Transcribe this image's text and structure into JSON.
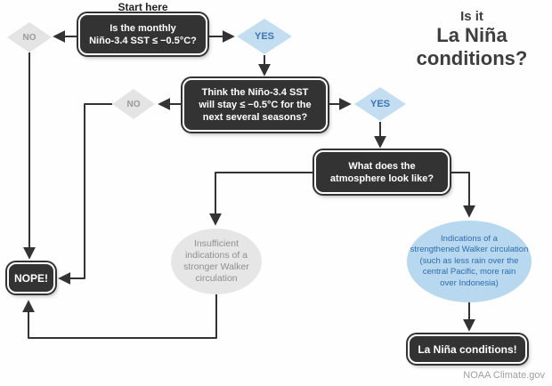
{
  "title": {
    "line1": "Is it",
    "line2": "La Niña",
    "line3": "conditions?"
  },
  "start_label": "Start here",
  "nodes": {
    "q1": "Is the monthly\nNiño-3.4 SST ≤ −0.5°C?",
    "no1": "NO",
    "yes1": "YES",
    "q2": "Think the Niño-3.4 SST\nwill stay ≤ −0.5°C for the\nnext several seasons?",
    "no2": "NO",
    "yes2": "YES",
    "q3": "What does the\natmosphere look like?",
    "outcome_insufficient": "Insufficient\nindications of a\nstronger Walker\ncirculation",
    "outcome_strengthened": "Indications of a\nstrengthened Walker circulation\n(such as less rain over the\ncentral Pacific, more rain\nover Indonesia)",
    "nope": "NOPE!",
    "la_nina": "La Niña conditions!"
  },
  "credit": "NOAA Climate.gov",
  "colors": {
    "box_fill": "#333333",
    "box_text": "#ffffff",
    "yes_fill": "#c3ddf1",
    "yes_text": "#3f73b3",
    "no_fill": "#e4e4e4",
    "no_text": "#9a9a9a",
    "blue_ellipse_fill": "#b7d8ee",
    "blue_ellipse_text": "#2f6cb0",
    "gray_ellipse_fill": "#e6e6e6",
    "gray_ellipse_text": "#8f8f8f",
    "connector": "#333333",
    "credit_text": "#a0a0a0"
  }
}
